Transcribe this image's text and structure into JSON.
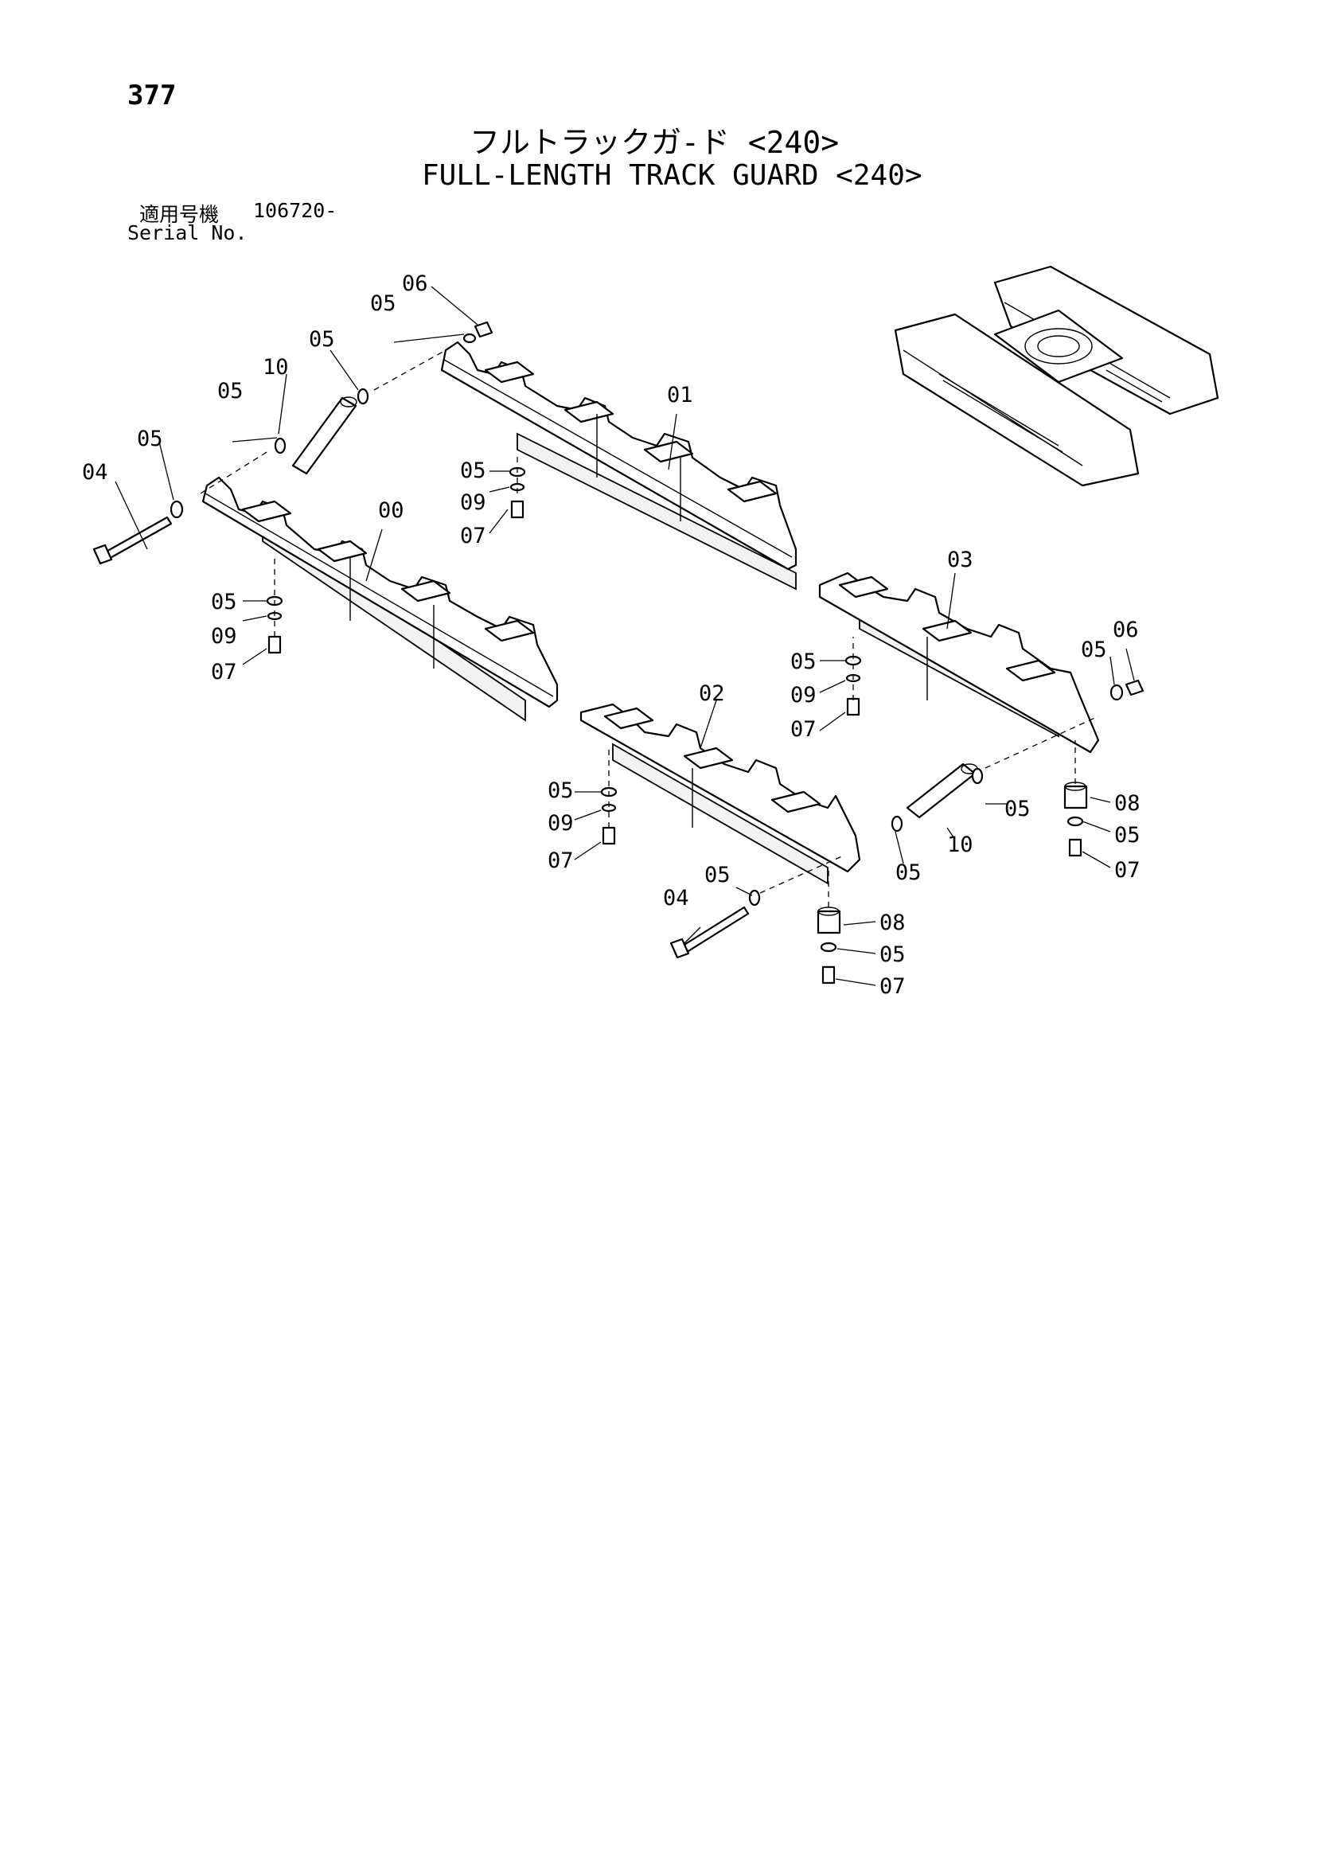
{
  "page_number": "377",
  "title_jp": "フルトラックガ-ド <240>",
  "title_en": "FULL-LENGTH TRACK GUARD <240>",
  "serial": {
    "label_jp": "適用号機",
    "value": "106720-",
    "label_en": "Serial No."
  },
  "callouts": {
    "c00": "00",
    "c01": "01",
    "c02": "02",
    "c03": "03",
    "c04a": "04",
    "c04b": "04",
    "c05a": "05",
    "c05b": "05",
    "c05c": "05",
    "c05d": "05",
    "c05e": "05",
    "c05f": "05",
    "c05g": "05",
    "c05h": "05",
    "c05i": "05",
    "c05j": "05",
    "c05k": "05",
    "c05l": "05",
    "c05m": "05",
    "c05n": "05",
    "c06a": "06",
    "c06b": "06",
    "c07a": "07",
    "c07b": "07",
    "c07c": "07",
    "c07d": "07",
    "c07e": "07",
    "c07f": "07",
    "c08a": "08",
    "c08b": "08",
    "c09a": "09",
    "c09b": "09",
    "c09c": "09",
    "c09d": "09",
    "c10a": "10",
    "c10b": "10"
  },
  "colors": {
    "ink": "#000000",
    "paper": "#ffffff"
  }
}
